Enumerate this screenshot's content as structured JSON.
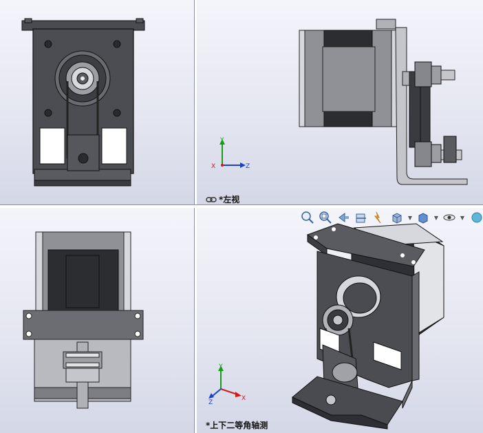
{
  "viewports": {
    "top_left": {
      "label": ""
    },
    "top_right": {
      "label": "*左视"
    },
    "bottom_left": {
      "label": ""
    },
    "bottom_right": {
      "label": "*上下二等角轴测"
    }
  },
  "triad": {
    "x": "X",
    "y": "Y",
    "z": "Z"
  },
  "toolbar": {
    "icons": [
      "zoom-to-fit-icon",
      "zoom-to-area-icon",
      "previous-view-icon",
      "section-view-icon",
      "dynamic-annotation-icon",
      "view-orientation-icon",
      "display-style-icon",
      "hide-show-icon",
      "edit-appearance-icon"
    ]
  },
  "colors": {
    "accent_x": "#d11a1a",
    "accent_y": "#1a9a1a",
    "accent_z": "#1a3fd1",
    "part_dark": "#3c3d42",
    "part_mid": "#8e9096",
    "part_light": "#c9cbd1"
  }
}
